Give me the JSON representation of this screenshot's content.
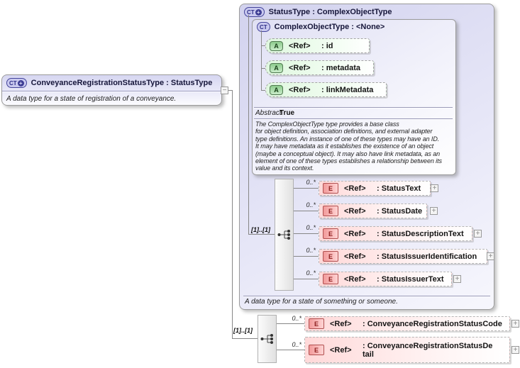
{
  "icons": {
    "ct": "CT",
    "plus": "+",
    "attribute": "A",
    "element": "E",
    "expand": "+",
    "collapse": "−"
  },
  "derived_box": {
    "title": "ConveyanceRegistrationStatusType : StatusType",
    "description": "A data type for a state of registration of a conveyance."
  },
  "status_type_box": {
    "title": "StatusType : ComplexObjectType",
    "description": "A data type for a state of something or someone.",
    "complex_object_box": {
      "title": "ComplexObjectType : <None>",
      "attributes": [
        {
          "ref": "<Ref>",
          "name": ": id"
        },
        {
          "ref": "<Ref>",
          "name": ": metadata"
        },
        {
          "ref": "<Ref>",
          "name": ": linkMetadata"
        }
      ],
      "abstract_label": "Abstract",
      "abstract_value": "True",
      "documentation": "The ComplexObjectType type provides a base class\nfor object definition, association definitions, and external adapter\ntype definitions. An instance of one of these types may have an ID.\nIt may have metadata as it establishes the existence of an object\n(maybe a conceptual object). It may also have link metadata, as an\nelement of one of these types establishes a relationship between its\nvalue and its context."
    },
    "sequence": {
      "cardinality": "[1]..[1]",
      "elements": [
        {
          "occurs": "0..*",
          "ref": "<Ref>",
          "name": ": StatusText"
        },
        {
          "occurs": "0..*",
          "ref": "<Ref>",
          "name": ": StatusDate"
        },
        {
          "occurs": "0..*",
          "ref": "<Ref>",
          "name": ": StatusDescriptionText"
        },
        {
          "occurs": "0..*",
          "ref": "<Ref>",
          "name": ": StatusIssuerIdentification"
        },
        {
          "occurs": "0..*",
          "ref": "<Ref>",
          "name": ": StatusIssuerText"
        }
      ]
    }
  },
  "extension_sequence": {
    "cardinality": "[1]..[1]",
    "elements": [
      {
        "occurs": "0..*",
        "ref": "<Ref>",
        "name": ": ConveyanceRegistrationStatusCode"
      },
      {
        "occurs": "0..*",
        "ref": "<Ref>",
        "name": ": ConveyanceRegistrationStatusDetail"
      }
    ]
  }
}
